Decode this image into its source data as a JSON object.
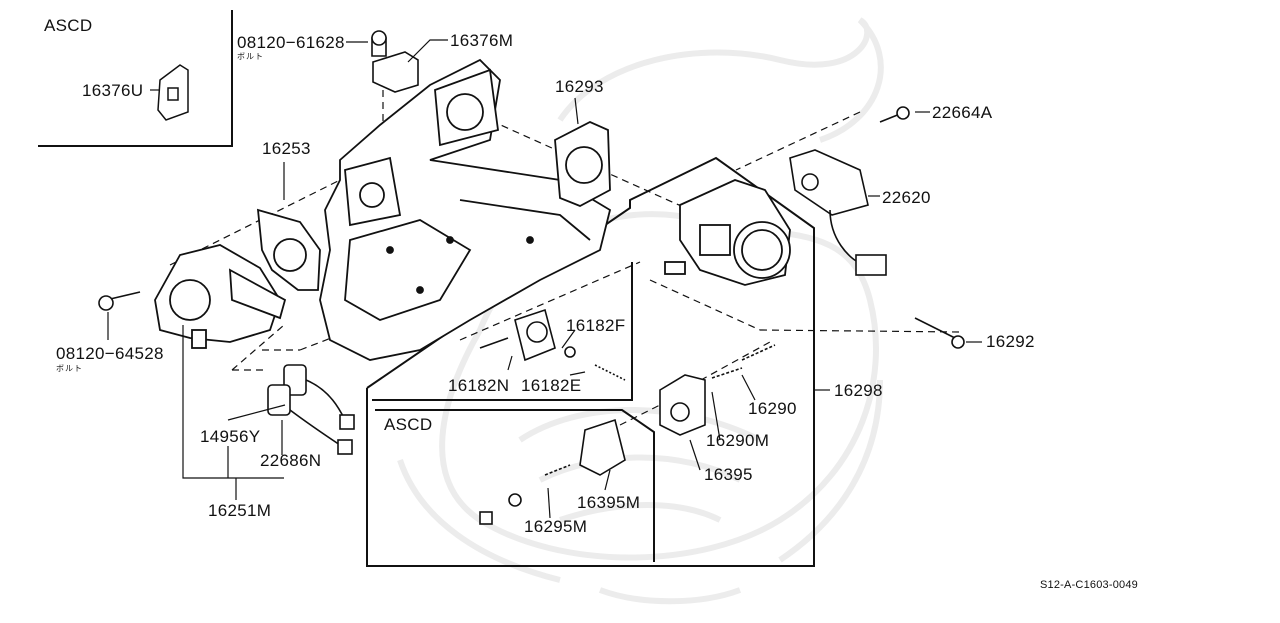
{
  "diagram": {
    "boxes": {
      "inset_top_left": "ASCD",
      "inset_bottom": "ASCD"
    },
    "parts": {
      "p_0812061628": "08120−61628",
      "p_0812061628_note": "ボルト",
      "p_16376M": "16376M",
      "p_16376U": "16376U",
      "p_16293": "16293",
      "p_22664A": "22664A",
      "p_16253": "16253",
      "p_22620": "22620",
      "p_16182F": "16182F",
      "p_16182N": "16182N",
      "p_16182E": "16182E",
      "p_0812064528": "08120−64528",
      "p_0812064528_note": "ボルト",
      "p_16292": "16292",
      "p_16298": "16298",
      "p_16290": "16290",
      "p_16290M": "16290M",
      "p_16395": "16395",
      "p_14956Y": "14956Y",
      "p_22686N": "22686N",
      "p_16251M": "16251M",
      "p_16395M": "16395M",
      "p_16295M": "16295M"
    },
    "reference_code": "S12-A-C1603-0049",
    "colors": {
      "ink": "#111111",
      "watermark": "#ececec",
      "background": "#ffffff"
    }
  }
}
